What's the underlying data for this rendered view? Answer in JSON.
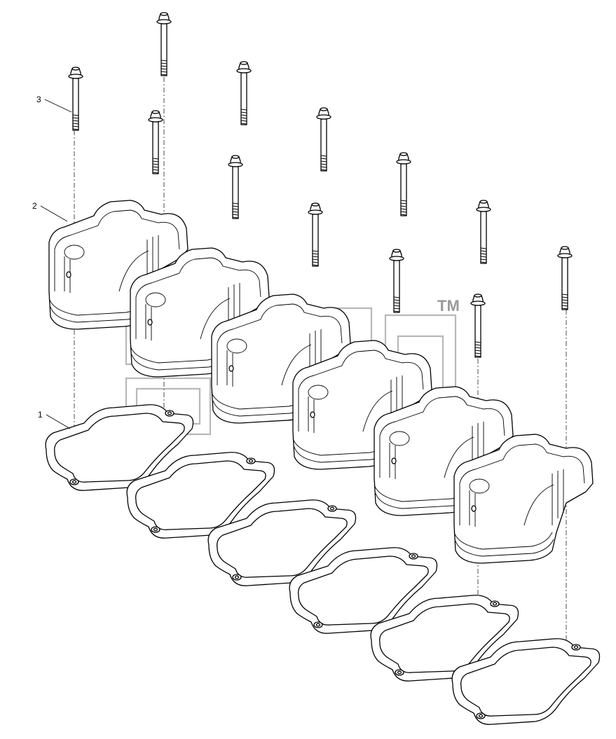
{
  "callouts": [
    {
      "id": "gasket",
      "label": "1"
    },
    {
      "id": "cover",
      "label": "2"
    },
    {
      "id": "bolt",
      "label": "3"
    }
  ],
  "watermark": {
    "mark": "TM"
  },
  "colors": {
    "line": "#000000",
    "watermark": "#b8b8b8",
    "background": "#ffffff"
  }
}
